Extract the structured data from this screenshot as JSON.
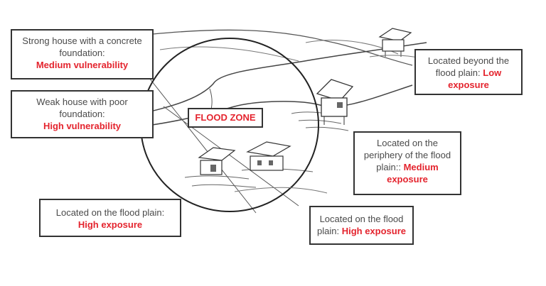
{
  "colors": {
    "highlight": "#e4242e",
    "text": "#4a4a4a",
    "border": "#333333"
  },
  "flood_zone": {
    "label": "FLOOD ZONE"
  },
  "callouts": {
    "strong_house": {
      "text_1": "Strong house with a concrete",
      "text_2": "foundation:",
      "emphasis": "Medium vulnerability"
    },
    "weak_house": {
      "text_1": "Weak house with poor",
      "text_2": "foundation:",
      "emphasis": "High vulnerability"
    },
    "beyond_plain": {
      "text_1": "Located beyond the",
      "text_2": "flood plain: ",
      "emphasis_1": "Low",
      "emphasis_2": "exposure"
    },
    "periphery": {
      "text_1": "Located on the",
      "text_2": "periphery of the flood",
      "text_3": "plain:: ",
      "emphasis_1": "Medium",
      "emphasis_2": "exposure"
    },
    "on_plain_left": {
      "text_1": "Located on the flood plain:",
      "emphasis": "High exposure"
    },
    "on_plain_right": {
      "text_1": "Located on the flood",
      "text_2": "plain: ",
      "emphasis": "High exposure"
    }
  },
  "illustration": {
    "icons": [
      "house-icon",
      "flood-zone-circle",
      "river-illustration"
    ]
  }
}
